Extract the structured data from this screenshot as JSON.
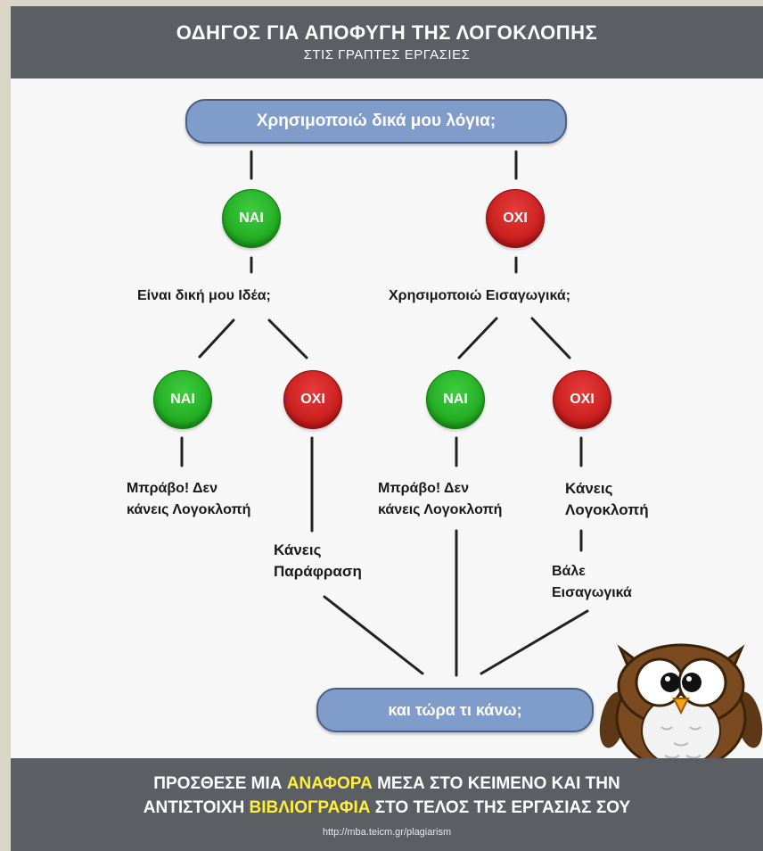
{
  "header": {
    "title": "ΟΔΗΓΟΣ ΓΙΑ ΑΠΟΦΥΓΗ ΤΗΣ ΛΟΓΟΚΛΟΠΗΣ",
    "subtitle": "ΣΤΙΣ ΓΡΑΠΤΕΣ ΕΡΓΑΣΙΕΣ"
  },
  "flow": {
    "top_question": "Χρησιμοποιώ δικά μου λόγια;",
    "yes_label": "ΝΑΙ",
    "no_label": "ΟΧΙ",
    "left_question": "Είναι δική μου Ιδέα;",
    "right_question": "Χρησιμοποιώ Εισαγωγικά;",
    "bravo_line1": "Μπράβο! Δεν",
    "bravo_line2": "κάνεις Λογοκλοπή",
    "paraphrase_line1": "Κάνεις",
    "paraphrase_line2": "Παράφραση",
    "plagiarism_line1": "Κάνεις",
    "plagiarism_line2": "Λογοκλοπή",
    "quotes_line1": "Βάλε",
    "quotes_line2": "Εισαγωγικά",
    "bottom_question": "και τώρα τι κάνω;"
  },
  "footer": {
    "line1_prefix": "ΠΡΟΣΘΕΣΕ ΜΙΑ",
    "line1_highlight": "ΑΝΑΦΟΡΑ",
    "line1_suffix": "ΜΕΣΑ ΣΤΟ ΚΕΙΜΕΝΟ ΚΑΙ ΤΗΝ",
    "line2_prefix": "ΑΝΤΙΣΤΟΙΧΗ",
    "line2_highlight": "ΒΙΒΛΙΟΓΡΑΦΙΑ",
    "line2_suffix": "ΣΤΟ ΤΕΛΟΣ ΤΗΣ ΕΡΓΑΣΙΑΣ ΣΟΥ",
    "url": "http://mba.teicm.gr/plagiarism"
  },
  "colors": {
    "header_bg": "#5b5f63",
    "pill_fill": "#7f9ccb",
    "yes_green": "#1fb11f",
    "no_red": "#d42020",
    "highlight_yellow": "#ffef3a"
  },
  "icons": {
    "mascot": "owl-icon"
  }
}
